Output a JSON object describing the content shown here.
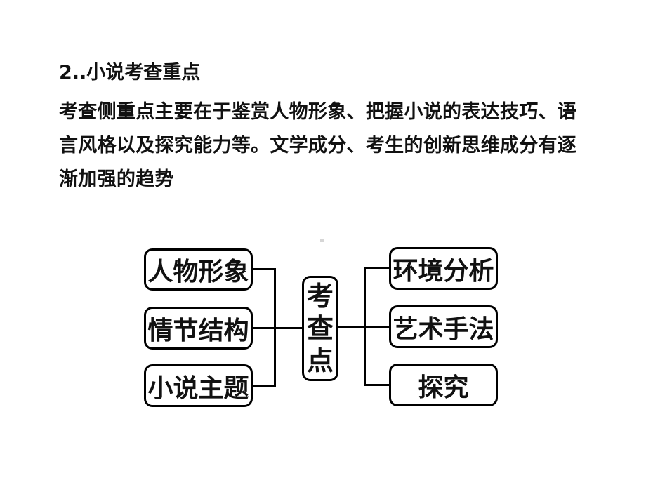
{
  "heading": "2..小说考查重点",
  "paragraph_lines": [
    "考查侧重点主要在于鉴赏人物形象、把握小说的表达技巧、语",
    "言风格以及探究能力等。文学成分、考生的创新思维成分有逐",
    "渐加强的趋势"
  ],
  "diagram": {
    "center": [
      "考",
      "查",
      "点"
    ],
    "left": [
      "人物形象",
      "情节结构",
      "小说主题"
    ],
    "right": [
      "环境分析",
      "艺术手法",
      "探究"
    ]
  }
}
